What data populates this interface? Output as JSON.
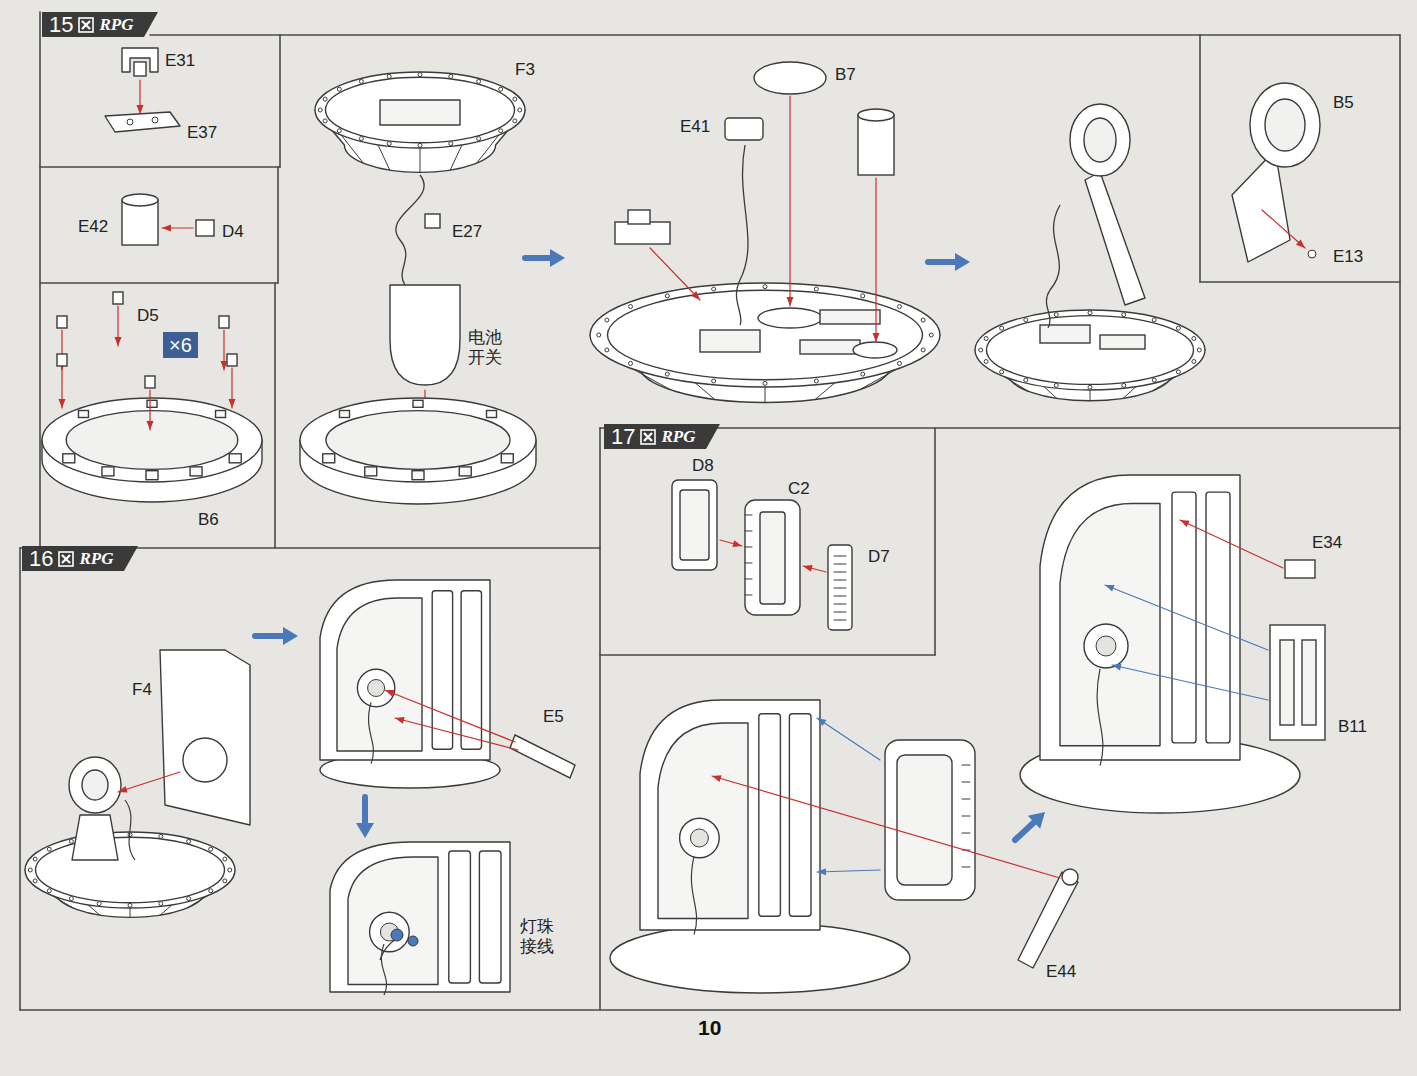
{
  "diagram": {
    "nodes": [
      {
        "text": [
          "15",
          "RPG"
        ]
      },
      {
        "text": [
          "×6"
        ]
      },
      {
        "text": [
          "16",
          "RPG"
        ]
      },
      {
        "text": [
          "17",
          "RPG"
        ]
      }
    ],
    "labels": [
      "E31",
      "E37",
      "E42",
      "D4",
      "D5",
      "B6",
      "F3",
      "E27",
      "电池 开关",
      "B7",
      "E41",
      "B5",
      "E13",
      "F4",
      "E5",
      "灯珠 接线",
      "D8",
      "C2",
      "D7",
      "E34",
      "B11",
      "E44",
      "10"
    ]
  }
}
